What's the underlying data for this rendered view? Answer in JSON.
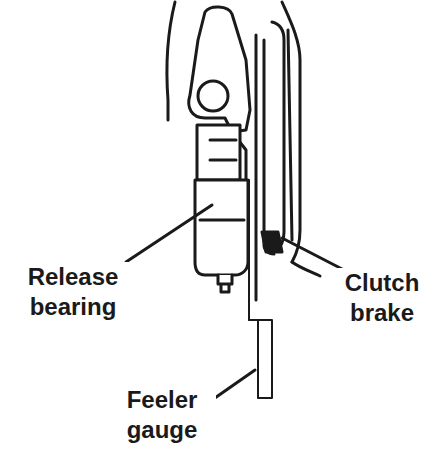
{
  "diagram": {
    "labels": [
      "Release bearing",
      "Clutch brake",
      "Feeler gauge"
    ]
  }
}
